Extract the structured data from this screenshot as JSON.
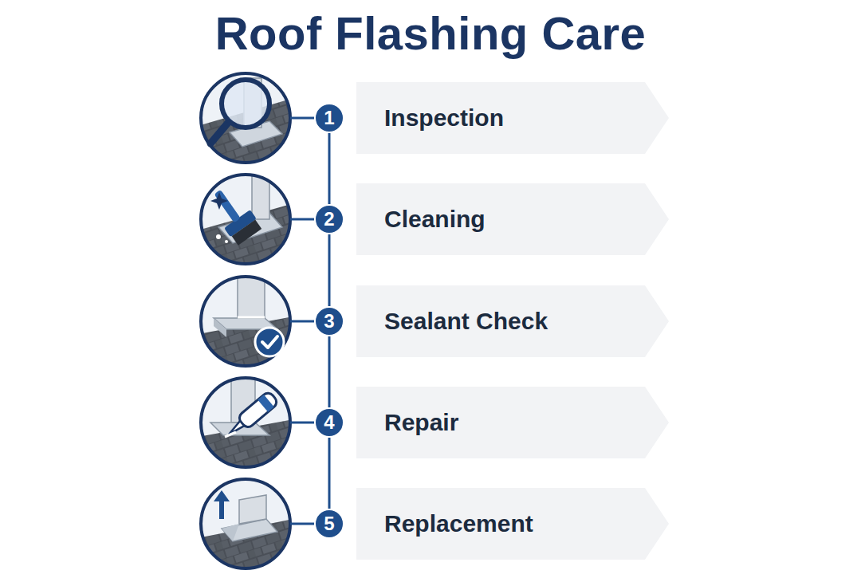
{
  "diagram": {
    "title": "Roof Flashing Care",
    "nodes": [
      {
        "text": [
          "1"
        ]
      },
      {
        "text": [
          "Inspection"
        ]
      },
      {
        "text": [
          "2"
        ]
      },
      {
        "text": [
          "Cleaning"
        ]
      },
      {
        "text": [
          "3"
        ]
      },
      {
        "text": [
          "Sealant Check"
        ]
      },
      {
        "text": [
          "4"
        ]
      },
      {
        "text": [
          "Repair"
        ]
      },
      {
        "text": [
          "5"
        ]
      },
      {
        "text": [
          "Replacement"
        ]
      }
    ],
    "edges": [
      {
        "from": 0,
        "to": 2,
        "arrow": "none"
      },
      {
        "from": 2,
        "to": 4,
        "arrow": "none"
      },
      {
        "from": 4,
        "to": 6,
        "arrow": "none"
      },
      {
        "from": 6,
        "to": 8,
        "arrow": "none"
      }
    ]
  }
}
